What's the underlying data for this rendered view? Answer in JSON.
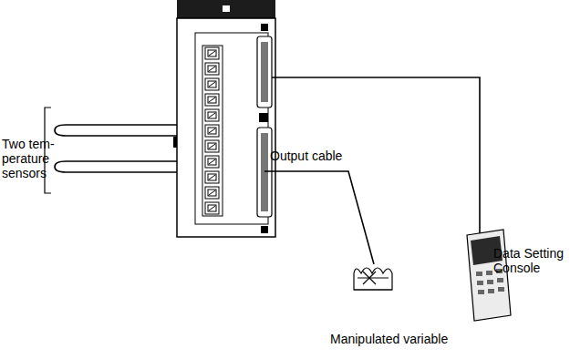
{
  "diagram": {
    "labels": [
      "Two tem- perature sensors",
      "Output cable",
      "Data Setting Console",
      "Manipulated variable"
    ]
  }
}
